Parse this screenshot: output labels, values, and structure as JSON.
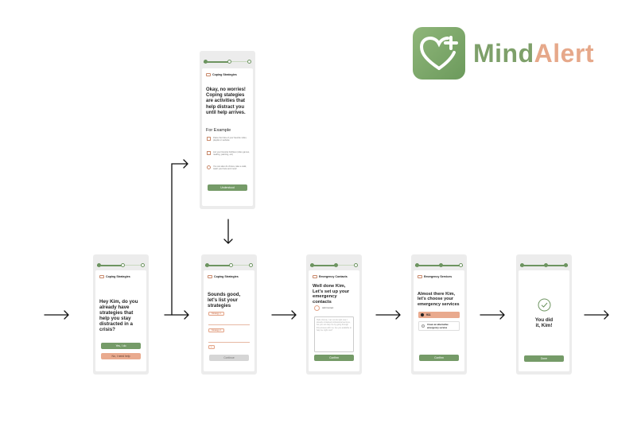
{
  "brand": {
    "mind": "Mind",
    "alert": "Alert",
    "accent": "#7ea06a",
    "accent2": "#e6a88a"
  },
  "screens": {
    "coping_example": {
      "header": "Coping Strategies",
      "message": "Okay, no worries! Coping stategies are activities that help distract you until help arrives.",
      "section_title": "For Example",
      "examples": [
        "Paste the links of your favorite video, playlist or website.",
        "List your favorite hobbies (video games, reading, painting, etc)",
        "You can also do chores, take a walk, wash your face and more!"
      ],
      "button": "Understood"
    },
    "intro": {
      "header": "Coping Strategies",
      "message": "Hey Kim, do you already have strategies that help you stay distracted in a crisis?",
      "yes_button": "Yes, I do",
      "no_button": "No, I need help"
    },
    "list": {
      "header": "Coping Strategies",
      "message": "Sounds good, let's list your strategies",
      "strategy1": "Strategy 1",
      "strategy2": "Strategy 2",
      "add": "+",
      "button": "Continue"
    },
    "contacts": {
      "header": "Emergency Contacts",
      "message": "Well done Kim, Let's set up your emergency contacts",
      "add_contact": "Add Contact",
      "note": "Hello Jimmie, I am not ok right now. I already contacted professional services, but you can help me by going through this process with me. Are you available to help me right now?",
      "button": "Confirm"
    },
    "services": {
      "header": "Emergency Services",
      "message": "Almost there Kim, let's choose your emergency services",
      "option1": "911",
      "option2": "I have an alternative emergency service",
      "button": "Confirm"
    },
    "done": {
      "message": "You did it, Kim!",
      "button": "Done"
    }
  }
}
